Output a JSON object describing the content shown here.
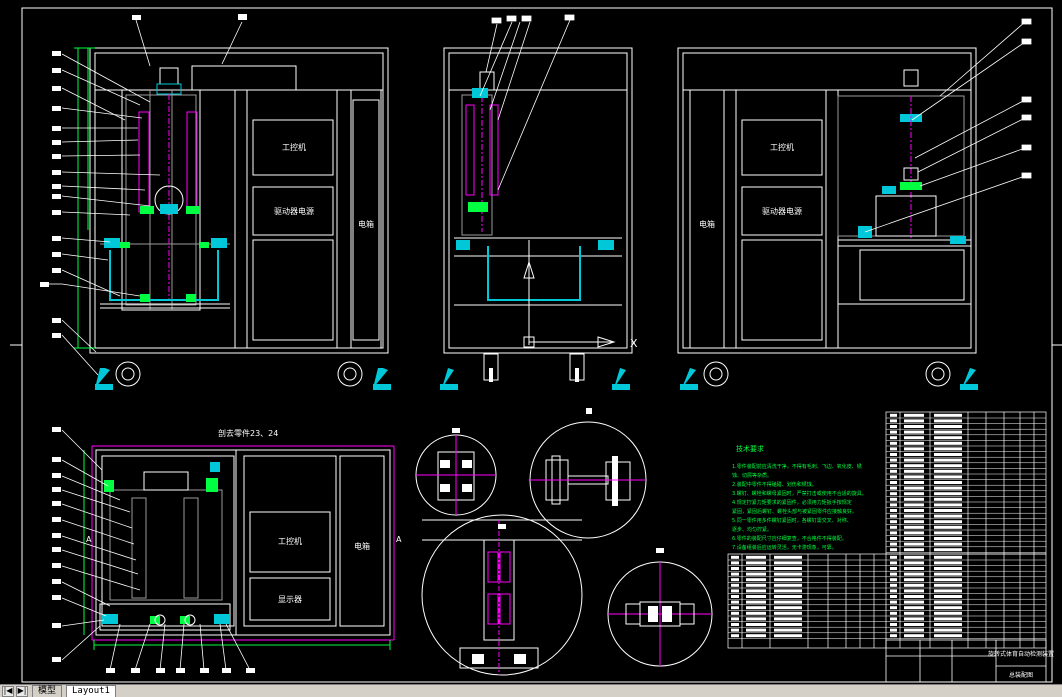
{
  "drawing": {
    "colors": {
      "background": "#000000",
      "line": "#ffffff",
      "cyan": "#00c8d8",
      "green": "#00ff40",
      "magenta": "#ff00ff",
      "yellow": "#ffff00",
      "dim": "#9a9a9a"
    },
    "labels": {
      "cabinet_top": "工控机",
      "cabinet_mid": "驱动器电源",
      "cabinet_side": "电箱",
      "section_title": "剖去零件23、24",
      "plan_top": "工控机",
      "plan_mid": "显示器",
      "plan_side": "电箱",
      "section_mark_left": "A",
      "section_mark_right": "A",
      "marker_x": "X",
      "tech_title": "技术要求"
    },
    "tech_notes": [
      "1.零件装配前应清洗干净，不得有毛刺、飞边、氧化皮、锈",
      "  蚀、切屑等杂质。",
      "2.装配中零件不得磕碰、划伤和锈蚀。",
      "3.螺钉、螺栓和螺母紧固时，严禁打击或使用不合适的旋具。",
      "4.规定拧紧力矩要求的紧固件，必须用力矩扳手按规定",
      "  紧固，紧固后螺钉、螺栓头部与被紧固零件应接触良好。",
      "5.同一零件用多件螺钉紧固时，各螺钉需交叉、对称、",
      "  逐步、均匀拧紧。",
      "6.零件的装配尺寸应仔细复查，不合格件不得装配。",
      "7.设备组装后应运转灵活，无卡滞现象，可靠。"
    ],
    "title_block": {
      "name": "旋转式体育自动检测装置",
      "drawing_no": "总装配图"
    }
  },
  "tabs": {
    "model": "模型",
    "layout": "Layout1"
  }
}
